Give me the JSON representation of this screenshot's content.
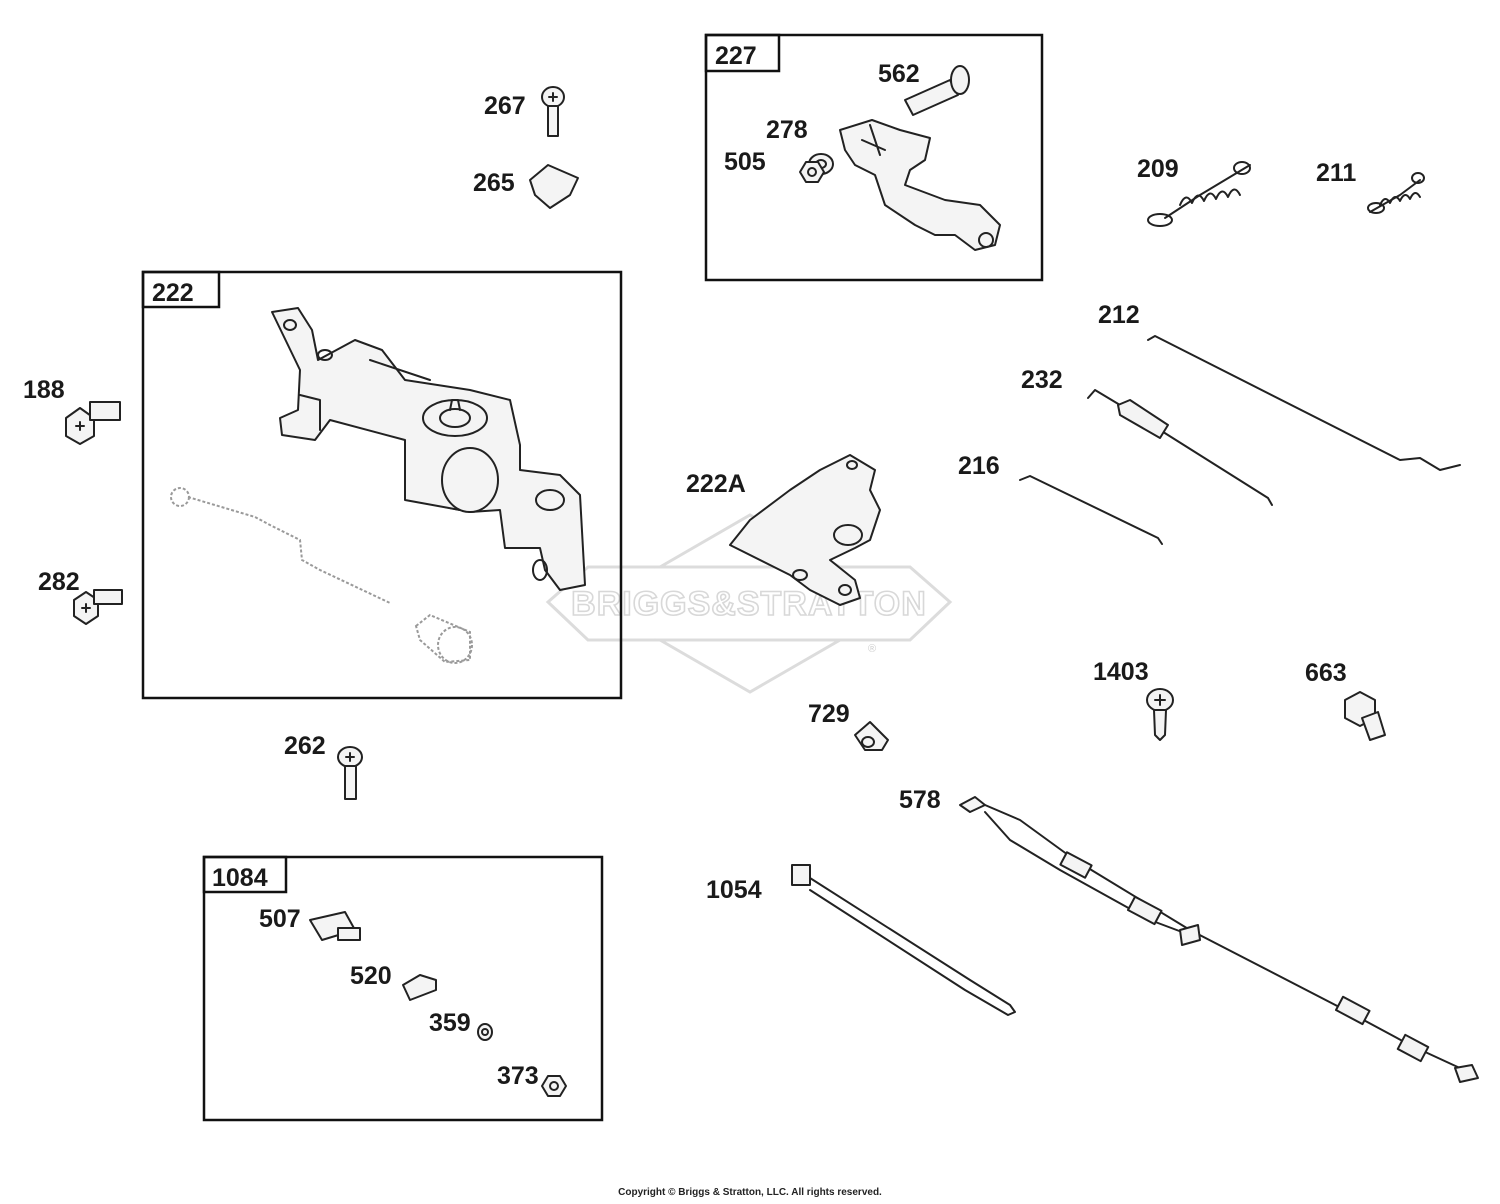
{
  "watermark": {
    "brand": "BRIGGS&STRATTON",
    "mark": "®"
  },
  "copyright": "Copyright © Briggs & Stratton, LLC. All rights reserved.",
  "callouts": {
    "p267": "267",
    "p265": "265",
    "p188": "188",
    "p282": "282",
    "p262": "262",
    "p562": "562",
    "p278": "278",
    "p505": "505",
    "p209": "209",
    "p211": "211",
    "p212": "212",
    "p232": "232",
    "p216": "216",
    "p222A": "222A",
    "p1403": "1403",
    "p663": "663",
    "p729": "729",
    "p578": "578",
    "p1054": "1054",
    "p507": "507",
    "p520": "520",
    "p359": "359",
    "p373": "373"
  },
  "groups": {
    "g222": "222",
    "g227": "227",
    "g1084": "1084"
  }
}
